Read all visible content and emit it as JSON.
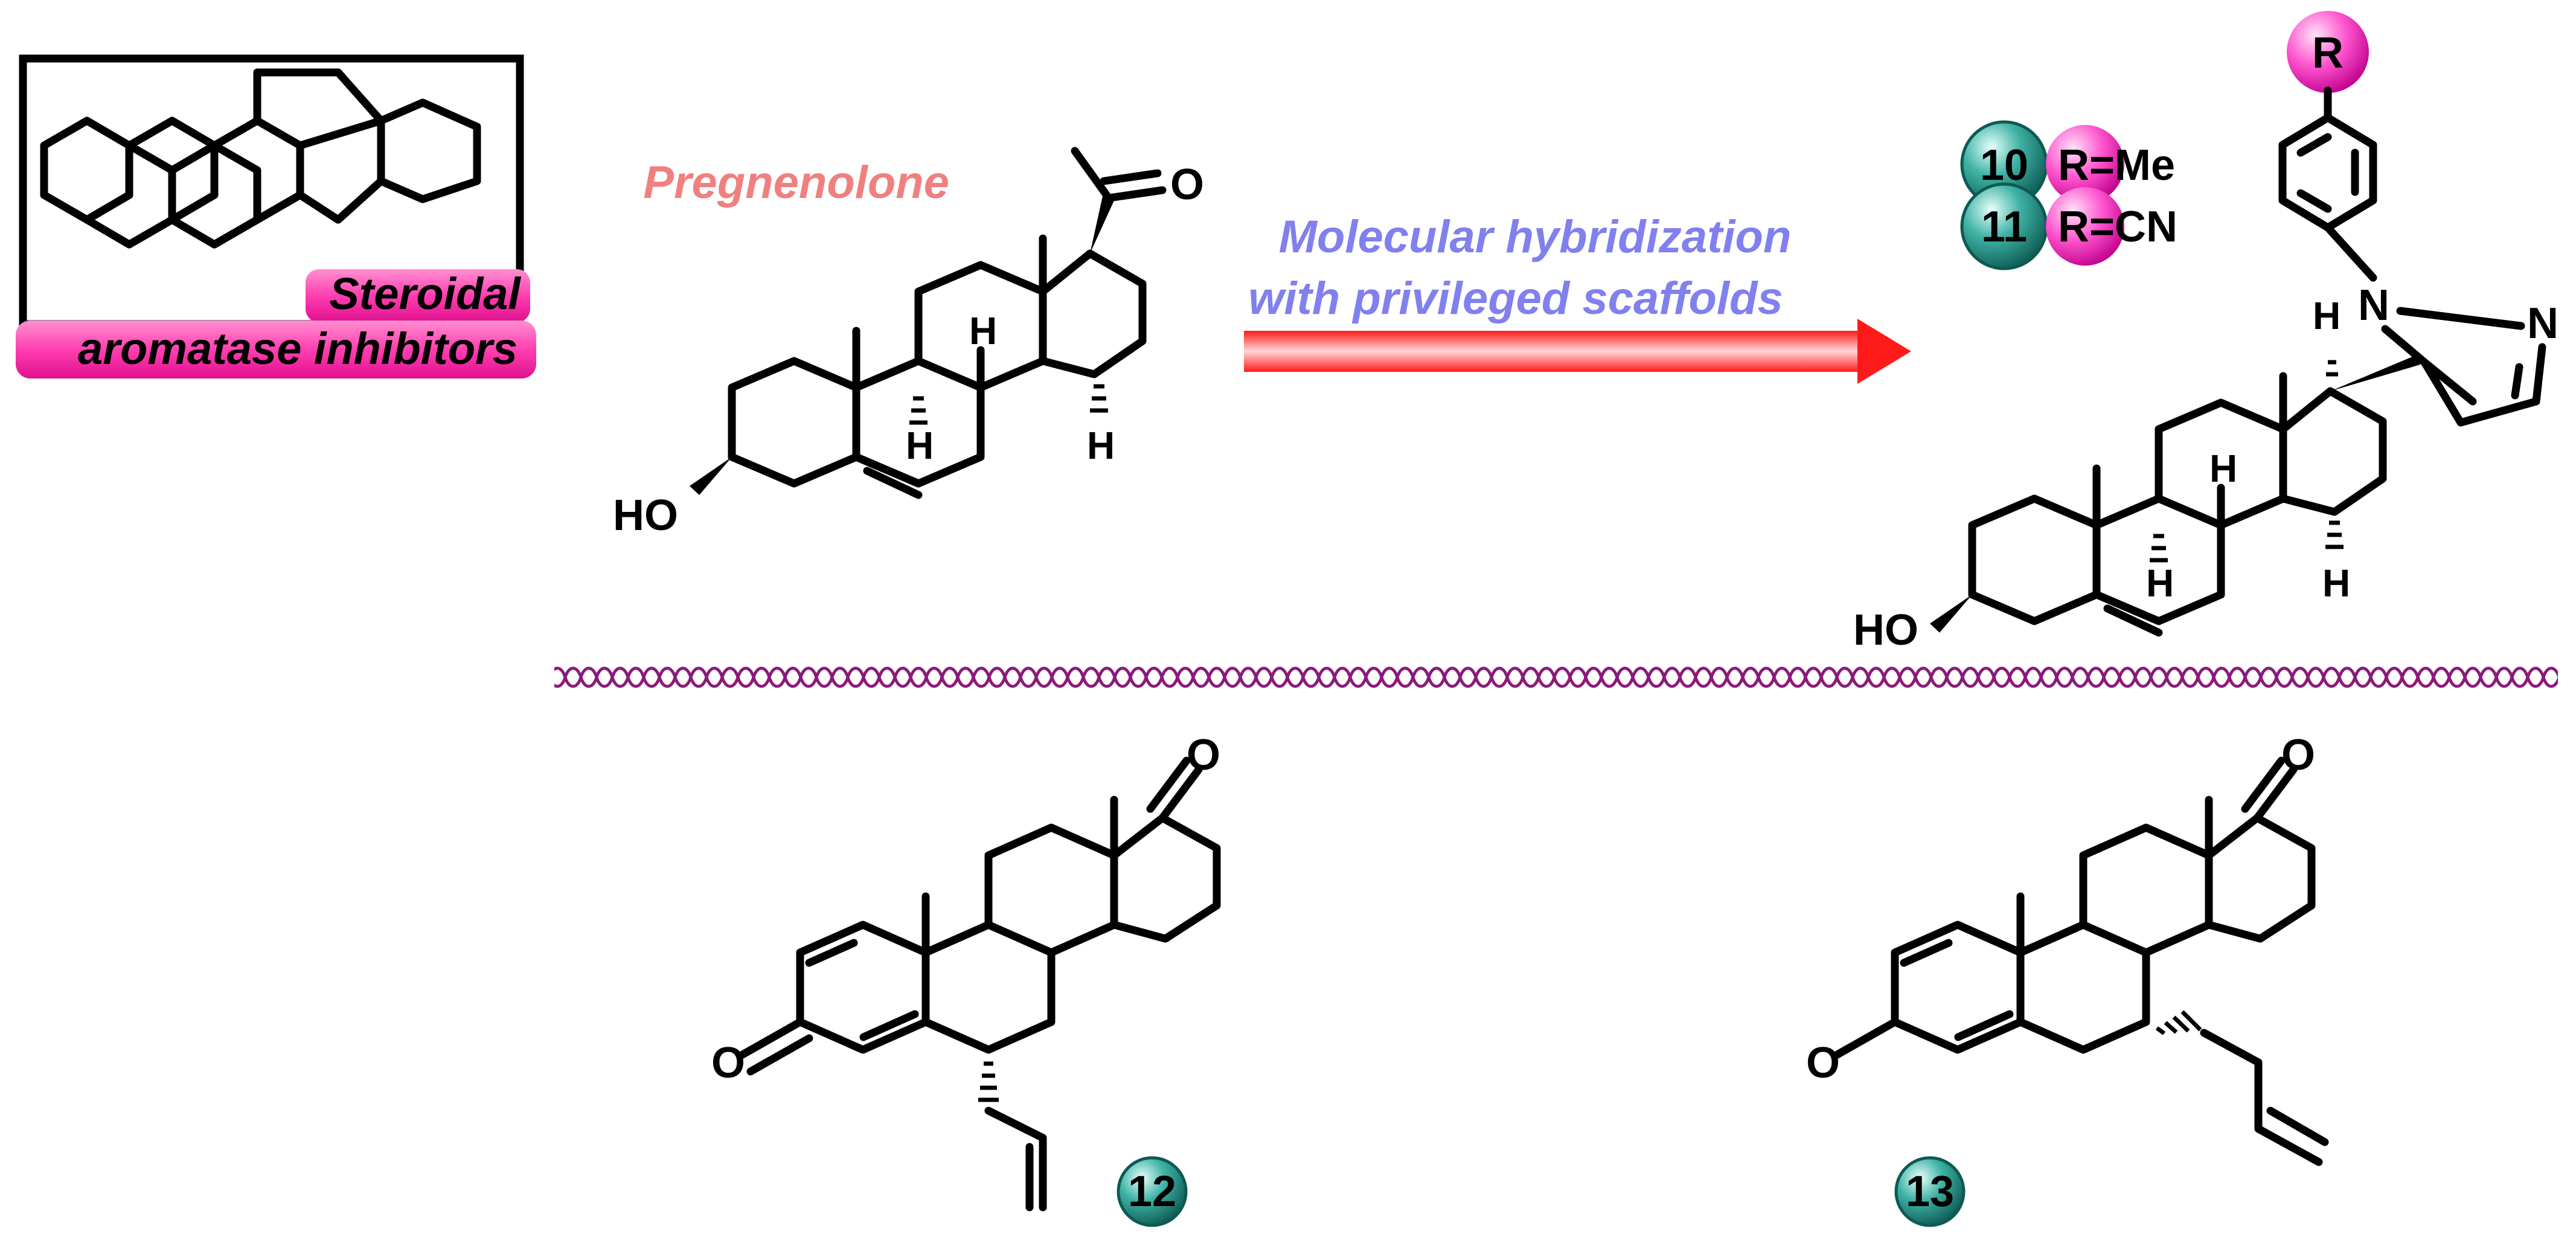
{
  "header": {
    "pregnenolone_label": "Pregnenolone",
    "hybridization_line1": "Molecular hybridization",
    "hybridization_line2": "with privileged scaffolds"
  },
  "box_labels": {
    "line1": "Steroidal",
    "line2": "aromatase inhibitors"
  },
  "compounds": [
    {
      "number": "10",
      "substituent": "R=Me"
    },
    {
      "number": "11",
      "substituent": "R=CN"
    },
    {
      "number": "12"
    },
    {
      "number": "13"
    }
  ],
  "atoms": {
    "oxygen": "O",
    "hydroxyl": "HO",
    "hydrogen": "H",
    "nitrogen": "N",
    "r_group": "R"
  },
  "colors": {
    "pregnenolone": "#f08080",
    "hybridization_text": "#8080ee",
    "arrow": "#ff1010",
    "magenta": "#ff2fb8",
    "teal": "#1e8a80",
    "wavy_line": "#8b1a7a"
  }
}
